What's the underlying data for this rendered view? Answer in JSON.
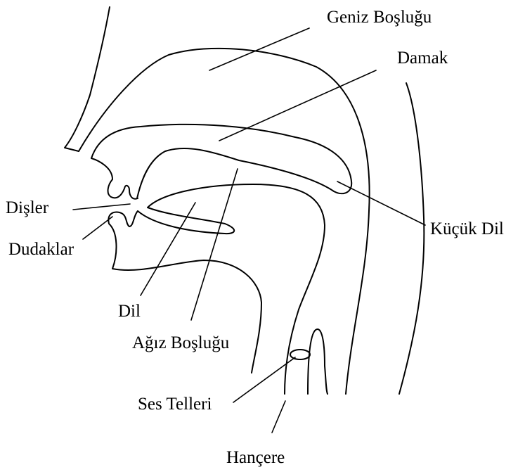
{
  "labels": {
    "nasal_cavity": "Geniz Boşluğu",
    "palate": "Damak",
    "teeth": "Dişler",
    "lips": "Dudaklar",
    "uvula": "Küçük Dil",
    "tongue": "Dil",
    "oral_cavity": "Ağız Boşluğu",
    "vocal_cords": "Ses Telleri",
    "larynx": "Hançere"
  }
}
